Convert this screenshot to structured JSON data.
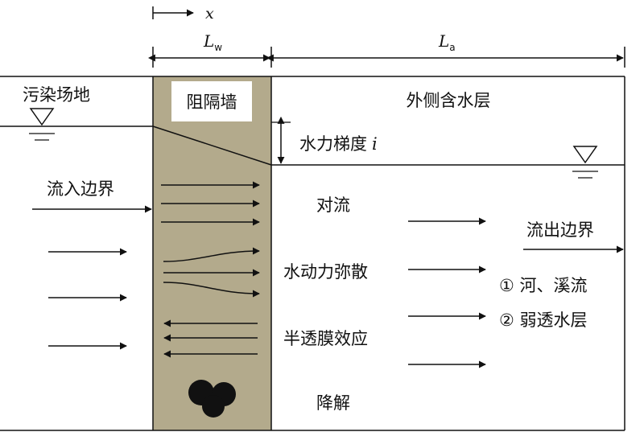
{
  "labels": {
    "x_axis": "x",
    "lw_main": "L",
    "lw_sub": "w",
    "la_main": "L",
    "la_sub": "a",
    "polluted_site": "污染场地",
    "barrier_wall": "阻隔墙",
    "outer_aquifer": "外侧含水层",
    "hydraulic_gradient": "水力梯度",
    "gradient_symbol": "i",
    "inflow_boundary": "流入边界",
    "advection": "对流",
    "hydrodynamic_dispersion": "水动力弥散",
    "semipermeable_membrane_effect": "半透膜效应",
    "degradation": "降解",
    "outflow_boundary": "流出边界",
    "outflow_option_1": "① 河、溪流",
    "outflow_option_2": "② 弱透水层"
  },
  "colors": {
    "wall_fill": "#b3aa8c",
    "line": "#111111",
    "background": "#ffffff"
  },
  "icons": {
    "water_table_marker": "inverted-triangle-icon",
    "degradation_blob": "particle-cluster-icon"
  }
}
